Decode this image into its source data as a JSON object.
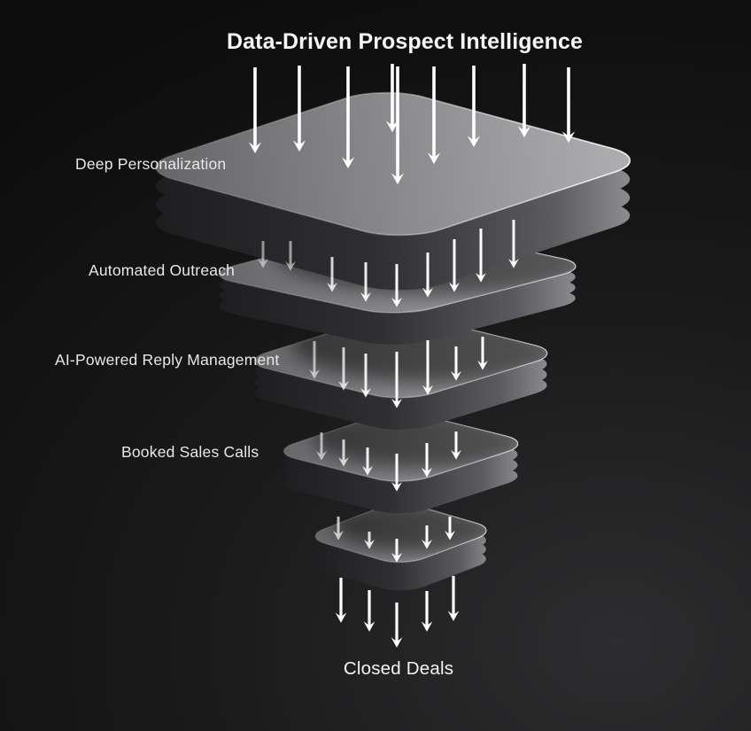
{
  "title": "Data-Driven Prospect Intelligence",
  "funnel": {
    "stages": [
      {
        "label": "Deep Personalization"
      },
      {
        "label": "Automated Outreach"
      },
      {
        "label": "AI-Powered Reply Management"
      },
      {
        "label": "Booked Sales Calls"
      }
    ],
    "outcome": {
      "label": "Closed Deals"
    }
  },
  "icons": {
    "flow": "down-arrow-icon"
  },
  "colors": {
    "background_dark": "#0c0c0c",
    "background_light": "#2d2d2f",
    "slab_top_dark": "#626265",
    "slab_top_light": "#b2b2b5",
    "slab_side_dark": "#1c1c1e",
    "slab_side_light": "#9a9a9e",
    "rim_highlight": "#ffffff",
    "arrow": "#ffffff",
    "text": "#e8e8e8"
  }
}
